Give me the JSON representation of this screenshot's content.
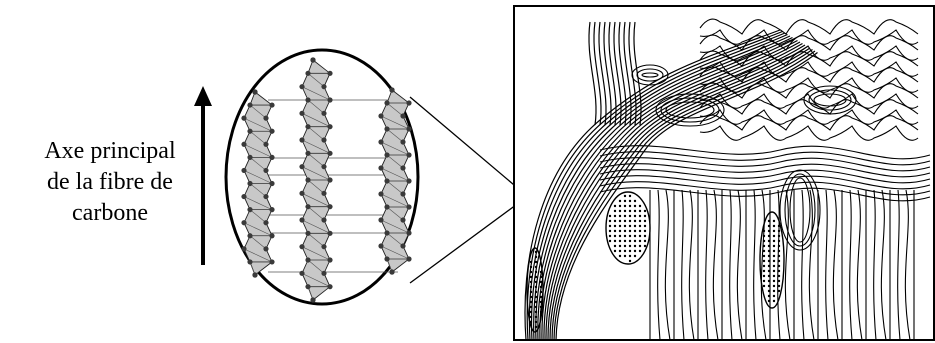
{
  "axis_label": {
    "line1": "Axe  principal",
    "line2": "de la fibre de",
    "line3": "carbone"
  },
  "colors": {
    "ink": "#000000",
    "sheet_fill": "#c8c8c8",
    "atom": "#3a3a3a",
    "background": "#ffffff"
  },
  "icons": {
    "arrow": "arrow-up-icon",
    "zoom_lines": "zoom-connector-lines"
  }
}
